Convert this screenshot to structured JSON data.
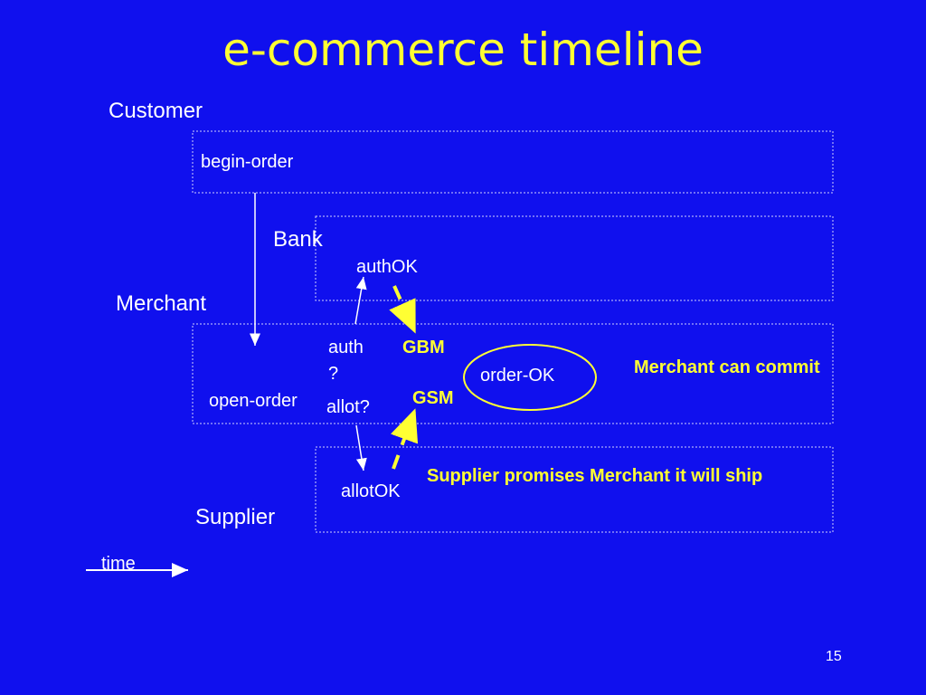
{
  "title": "e-commerce timeline",
  "lanes": {
    "customer": "Customer",
    "bank": "Bank",
    "merchant": "Merchant",
    "supplier": "Supplier"
  },
  "events": {
    "begin_order": "begin-order",
    "auth_ok": "authOK",
    "auth_q": "auth\n?",
    "open_order": "open-order",
    "allot_q": "allot?",
    "allot_ok": "allotOK",
    "order_ok": "order-OK"
  },
  "messages": {
    "gbm": "GBM",
    "gsm": "GSM"
  },
  "notes": {
    "merchant_commit": "Merchant can commit",
    "supplier_promise": "Supplier promises Merchant it will ship"
  },
  "time_label": "time",
  "page_number": "15",
  "colors": {
    "background": "#1010EE",
    "accent": "#FFFF33",
    "text": "#FFFFFF"
  }
}
